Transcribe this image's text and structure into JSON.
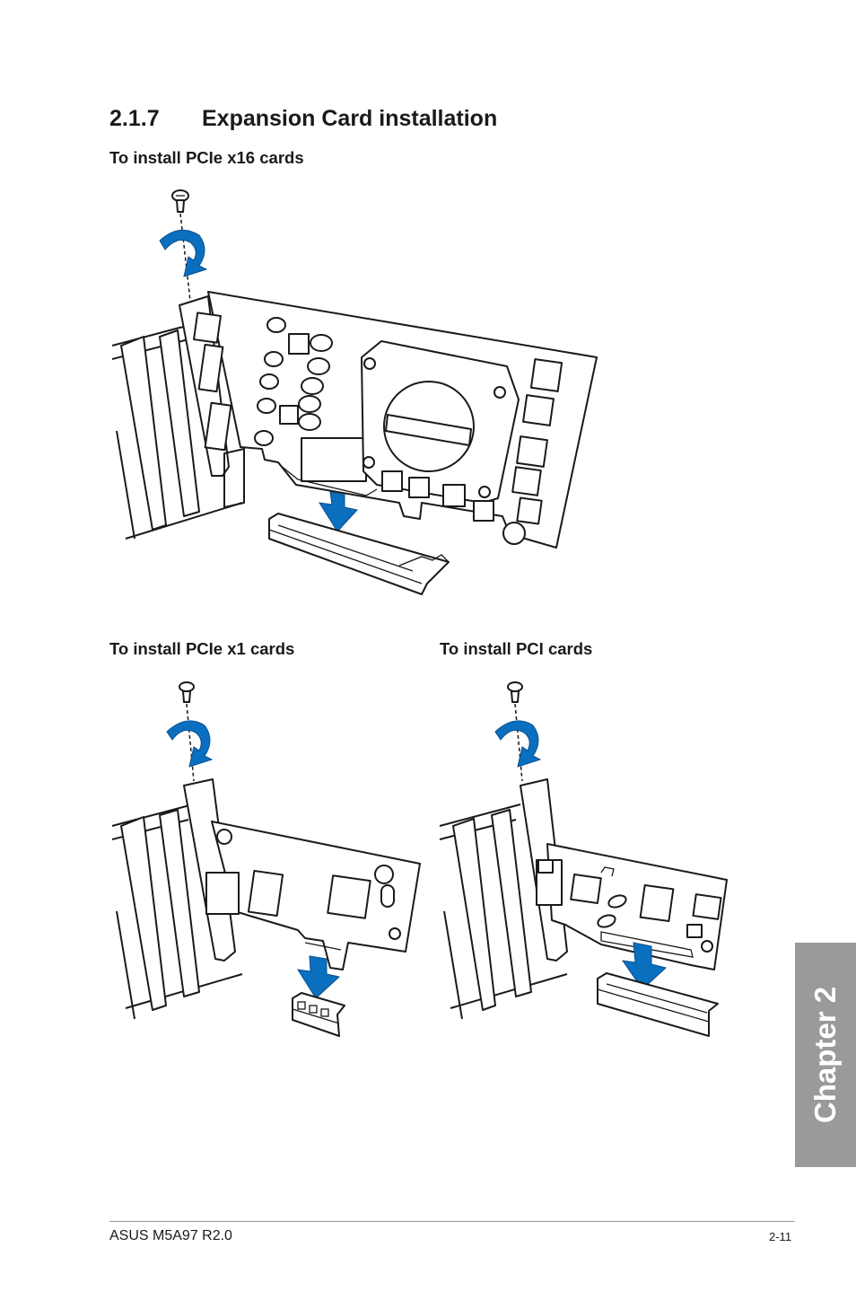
{
  "section": {
    "number": "2.1.7",
    "title": "Expansion Card installation"
  },
  "subheadings": {
    "pcie_x16": "To install PCIe x16 cards",
    "pcie_x1": "To install PCIe x1 cards",
    "pci": "To install PCI cards"
  },
  "chapter_tab": "Chapter 2",
  "footer": {
    "product": "ASUS M5A97 R2.0",
    "page": "2-11"
  },
  "colors": {
    "arrow": "#0a6fbf",
    "tab": "#9a9a9a"
  },
  "icons": [
    "screw-icon",
    "rotate-arrow-icon",
    "insert-arrow-icon"
  ]
}
